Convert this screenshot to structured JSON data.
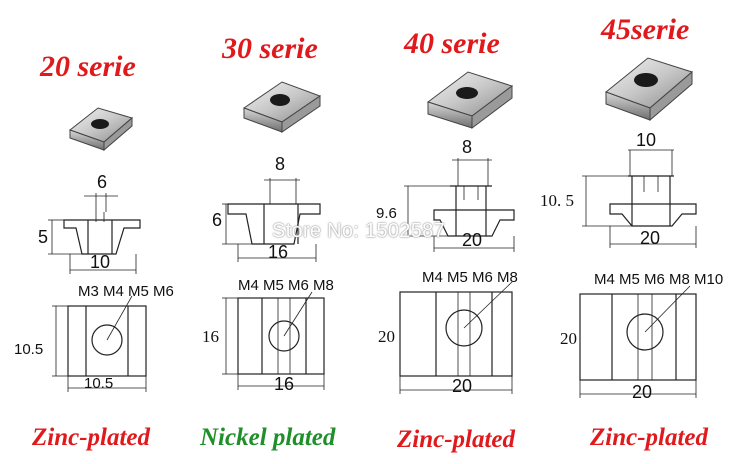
{
  "colors": {
    "red": "#e0191c",
    "green": "#1f8f2a",
    "line": "#222222"
  },
  "series": [
    {
      "title": "20 serie",
      "plating": "Zinc-plated",
      "plating_color": "#e0191c",
      "side_width": "6",
      "side_height": "5",
      "side_base": "10",
      "thread_sizes": "M3 M4 M5 M6",
      "plan_height": "10.5",
      "plan_width": "10.5"
    },
    {
      "title": "30 serie",
      "plating": "Nickel plated",
      "plating_color": "#1f8f2a",
      "side_width": "8",
      "side_height": "6",
      "side_base": "16",
      "thread_sizes": "M4 M5 M6 M8",
      "plan_height": "16",
      "plan_width": "16"
    },
    {
      "title": "40 serie",
      "plating": "Zinc-plated",
      "plating_color": "#e0191c",
      "side_width": "8",
      "side_height": "9.6",
      "side_base": "20",
      "thread_sizes": "M4 M5 M6 M8",
      "plan_height": "20",
      "plan_width": "20"
    },
    {
      "title": "45serie",
      "plating": "Zinc-plated",
      "plating_color": "#e0191c",
      "side_width": "10",
      "side_height": "10. 5",
      "side_base": "20",
      "thread_sizes": "M4 M5 M6 M8 M10",
      "plan_height": "20",
      "plan_width": "20"
    }
  ],
  "watermark": "Store No: 1502587"
}
